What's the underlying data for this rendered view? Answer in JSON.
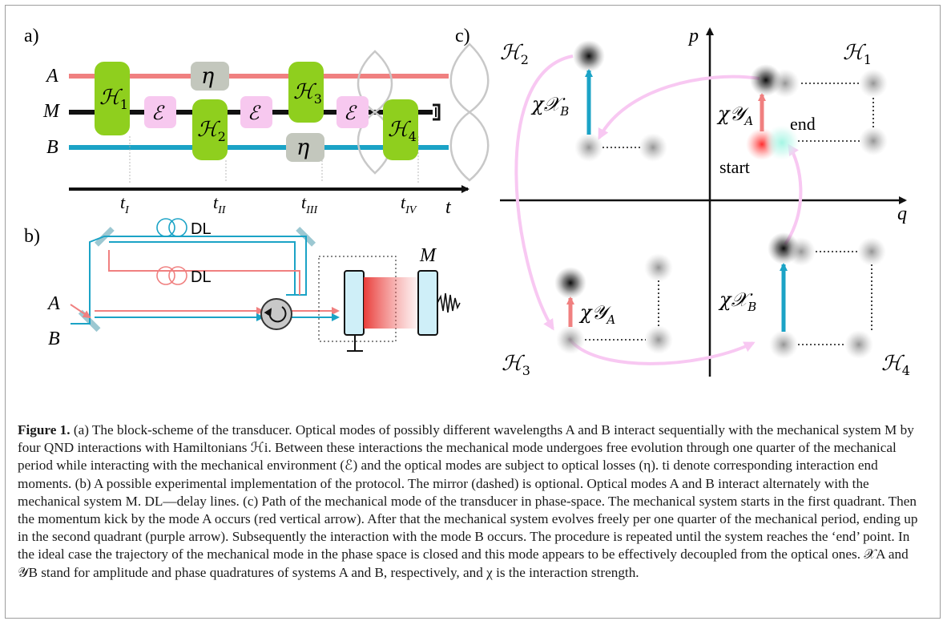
{
  "panels": {
    "a": {
      "label": "a)",
      "modes": [
        "A",
        "M",
        "B"
      ],
      "hamiltonians": [
        "ℋ",
        "ℋ",
        "ℋ",
        "ℋ"
      ],
      "hamiltonian_subs": [
        "1",
        "2",
        "3",
        "4"
      ],
      "environment": "ℰ",
      "loss": "η",
      "time_axis": "t",
      "times": [
        "t",
        "t",
        "t",
        "t"
      ],
      "time_subs": [
        "I",
        "II",
        "III",
        "IV"
      ]
    },
    "b": {
      "label": "b)",
      "modes": [
        "A",
        "B"
      ],
      "delay_lines": [
        "DL",
        "DL"
      ],
      "mechanical": "M"
    },
    "c": {
      "label": "c)",
      "axis_p": "p",
      "axis_q": "q",
      "hamiltonians": [
        "ℋ",
        "ℋ",
        "ℋ",
        "ℋ"
      ],
      "hamiltonian_subs": [
        "1",
        "2",
        "3",
        "4"
      ],
      "kicks": [
        "χ𝒴",
        "χ𝒳",
        "χ𝒴",
        "χ𝒳"
      ],
      "kick_subs": [
        "A",
        "B",
        "A",
        "B"
      ],
      "start": "start",
      "end": "end"
    }
  },
  "colors": {
    "mode_A": "#f08080",
    "mode_B": "#1ba3c6",
    "hamiltonian_box": "#8fcf1e",
    "environment_box": "#f7c8ef",
    "loss_box": "#c3c7bd",
    "trajectory": "#f8c8f2",
    "frame": "#9e9e9e"
  },
  "caption": {
    "figure_label": "Figure 1.",
    "text": "(a) The block-scheme of the transducer. Optical modes of possibly different wavelengths A and B interact sequentially with the mechanical system M by four QND interactions with Hamiltonians ℋi. Between these interactions the mechanical mode undergoes free evolution through one quarter of the mechanical period while interacting with the mechanical environment (ℰ) and the optical modes are subject to optical losses (η). ti denote corresponding interaction end moments. (b) A possible experimental implementation of the protocol. The mirror (dashed) is optional. Optical modes A and B interact alternately with the mechanical system M. DL—delay lines. (c) Path of the mechanical mode of the transducer in phase-space. The mechanical system starts in the first quadrant. Then the momentum kick by the mode A occurs (red vertical arrow). After that the mechanical system evolves freely per one quarter of the mechanical period, ending up in the second quadrant (purple arrow). Subsequently the interaction with the mode B occurs. The procedure is repeated until the system reaches the ‘end’ point. In the ideal case the trajectory of the mechanical mode in the phase space is closed and this mode appears to be effectively decoupled from the optical ones. 𝒳A and 𝒴B stand for amplitude and phase quadratures of systems A and B, respectively, and χ is the interaction strength."
  }
}
